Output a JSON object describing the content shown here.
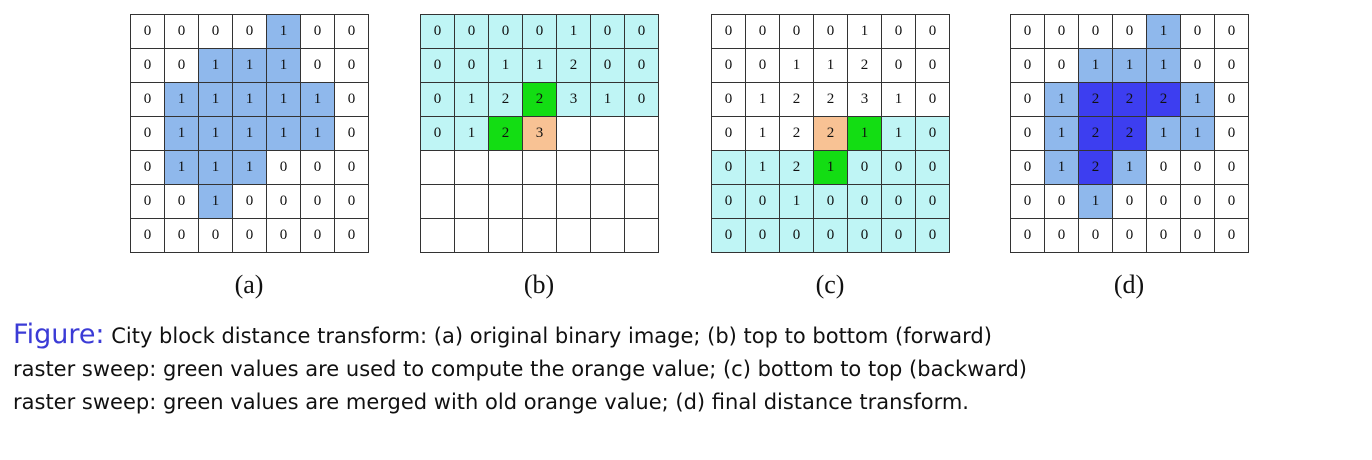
{
  "colors": {
    "w": "#ffffff",
    "lb": "#8fb8ec",
    "cy": "#bff5f5",
    "gr": "#13dd13",
    "or": "#f8c294",
    "db": "#3d3ef0",
    "caption_lead": "#3b3bd6"
  },
  "panels": [
    {
      "label": "(a)",
      "values": [
        [
          "0",
          "0",
          "0",
          "0",
          "1",
          "0",
          "0"
        ],
        [
          "0",
          "0",
          "1",
          "1",
          "1",
          "0",
          "0"
        ],
        [
          "0",
          "1",
          "1",
          "1",
          "1",
          "1",
          "0"
        ],
        [
          "0",
          "1",
          "1",
          "1",
          "1",
          "1",
          "0"
        ],
        [
          "0",
          "1",
          "1",
          "1",
          "0",
          "0",
          "0"
        ],
        [
          "0",
          "0",
          "1",
          "0",
          "0",
          "0",
          "0"
        ],
        [
          "0",
          "0",
          "0",
          "0",
          "0",
          "0",
          "0"
        ]
      ],
      "fills": [
        [
          "w",
          "w",
          "w",
          "w",
          "lb",
          "w",
          "w"
        ],
        [
          "w",
          "w",
          "lb",
          "lb",
          "lb",
          "w",
          "w"
        ],
        [
          "w",
          "lb",
          "lb",
          "lb",
          "lb",
          "lb",
          "w"
        ],
        [
          "w",
          "lb",
          "lb",
          "lb",
          "lb",
          "lb",
          "w"
        ],
        [
          "w",
          "lb",
          "lb",
          "lb",
          "w",
          "w",
          "w"
        ],
        [
          "w",
          "w",
          "lb",
          "w",
          "w",
          "w",
          "w"
        ],
        [
          "w",
          "w",
          "w",
          "w",
          "w",
          "w",
          "w"
        ]
      ]
    },
    {
      "label": "(b)",
      "values": [
        [
          "0",
          "0",
          "0",
          "0",
          "1",
          "0",
          "0"
        ],
        [
          "0",
          "0",
          "1",
          "1",
          "2",
          "0",
          "0"
        ],
        [
          "0",
          "1",
          "2",
          "2",
          "3",
          "1",
          "0"
        ],
        [
          "0",
          "1",
          "2",
          "3",
          "",
          "",
          ""
        ],
        [
          "",
          "",
          "",
          "",
          "",
          "",
          ""
        ],
        [
          "",
          "",
          "",
          "",
          "",
          "",
          ""
        ],
        [
          "",
          "",
          "",
          "",
          "",
          "",
          ""
        ]
      ],
      "fills": [
        [
          "cy",
          "cy",
          "cy",
          "cy",
          "cy",
          "cy",
          "cy"
        ],
        [
          "cy",
          "cy",
          "cy",
          "cy",
          "cy",
          "cy",
          "cy"
        ],
        [
          "cy",
          "cy",
          "cy",
          "gr",
          "cy",
          "cy",
          "cy"
        ],
        [
          "cy",
          "cy",
          "gr",
          "or",
          "w",
          "w",
          "w"
        ],
        [
          "w",
          "w",
          "w",
          "w",
          "w",
          "w",
          "w"
        ],
        [
          "w",
          "w",
          "w",
          "w",
          "w",
          "w",
          "w"
        ],
        [
          "w",
          "w",
          "w",
          "w",
          "w",
          "w",
          "w"
        ]
      ]
    },
    {
      "label": "(c)",
      "values": [
        [
          "0",
          "0",
          "0",
          "0",
          "1",
          "0",
          "0"
        ],
        [
          "0",
          "0",
          "1",
          "1",
          "2",
          "0",
          "0"
        ],
        [
          "0",
          "1",
          "2",
          "2",
          "3",
          "1",
          "0"
        ],
        [
          "0",
          "1",
          "2",
          "2",
          "1",
          "1",
          "0"
        ],
        [
          "0",
          "1",
          "2",
          "1",
          "0",
          "0",
          "0"
        ],
        [
          "0",
          "0",
          "1",
          "0",
          "0",
          "0",
          "0"
        ],
        [
          "0",
          "0",
          "0",
          "0",
          "0",
          "0",
          "0"
        ]
      ],
      "fills": [
        [
          "w",
          "w",
          "w",
          "w",
          "w",
          "w",
          "w"
        ],
        [
          "w",
          "w",
          "w",
          "w",
          "w",
          "w",
          "w"
        ],
        [
          "w",
          "w",
          "w",
          "w",
          "w",
          "w",
          "w"
        ],
        [
          "w",
          "w",
          "w",
          "or",
          "gr",
          "cy",
          "cy"
        ],
        [
          "cy",
          "cy",
          "cy",
          "gr",
          "cy",
          "cy",
          "cy"
        ],
        [
          "cy",
          "cy",
          "cy",
          "cy",
          "cy",
          "cy",
          "cy"
        ],
        [
          "cy",
          "cy",
          "cy",
          "cy",
          "cy",
          "cy",
          "cy"
        ]
      ]
    },
    {
      "label": "(d)",
      "values": [
        [
          "0",
          "0",
          "0",
          "0",
          "1",
          "0",
          "0"
        ],
        [
          "0",
          "0",
          "1",
          "1",
          "1",
          "0",
          "0"
        ],
        [
          "0",
          "1",
          "2",
          "2",
          "2",
          "1",
          "0"
        ],
        [
          "0",
          "1",
          "2",
          "2",
          "1",
          "1",
          "0"
        ],
        [
          "0",
          "1",
          "2",
          "1",
          "0",
          "0",
          "0"
        ],
        [
          "0",
          "0",
          "1",
          "0",
          "0",
          "0",
          "0"
        ],
        [
          "0",
          "0",
          "0",
          "0",
          "0",
          "0",
          "0"
        ]
      ],
      "fills": [
        [
          "w",
          "w",
          "w",
          "w",
          "lb",
          "w",
          "w"
        ],
        [
          "w",
          "w",
          "lb",
          "lb",
          "lb",
          "w",
          "w"
        ],
        [
          "w",
          "lb",
          "db",
          "db",
          "db",
          "lb",
          "w"
        ],
        [
          "w",
          "lb",
          "db",
          "db",
          "lb",
          "lb",
          "w"
        ],
        [
          "w",
          "lb",
          "db",
          "lb",
          "w",
          "w",
          "w"
        ],
        [
          "w",
          "w",
          "lb",
          "w",
          "w",
          "w",
          "w"
        ],
        [
          "w",
          "w",
          "w",
          "w",
          "w",
          "w",
          "w"
        ]
      ]
    }
  ],
  "caption": {
    "lead": "Figure:",
    "line1": " City block distance transform: (a) original binary image; (b) top to bottom (forward)",
    "line2": "raster sweep: green values are used to compute the orange value; (c) bottom to top (backward)",
    "line3": "raster sweep: green values are merged with old orange value; (d) final distance transform."
  }
}
